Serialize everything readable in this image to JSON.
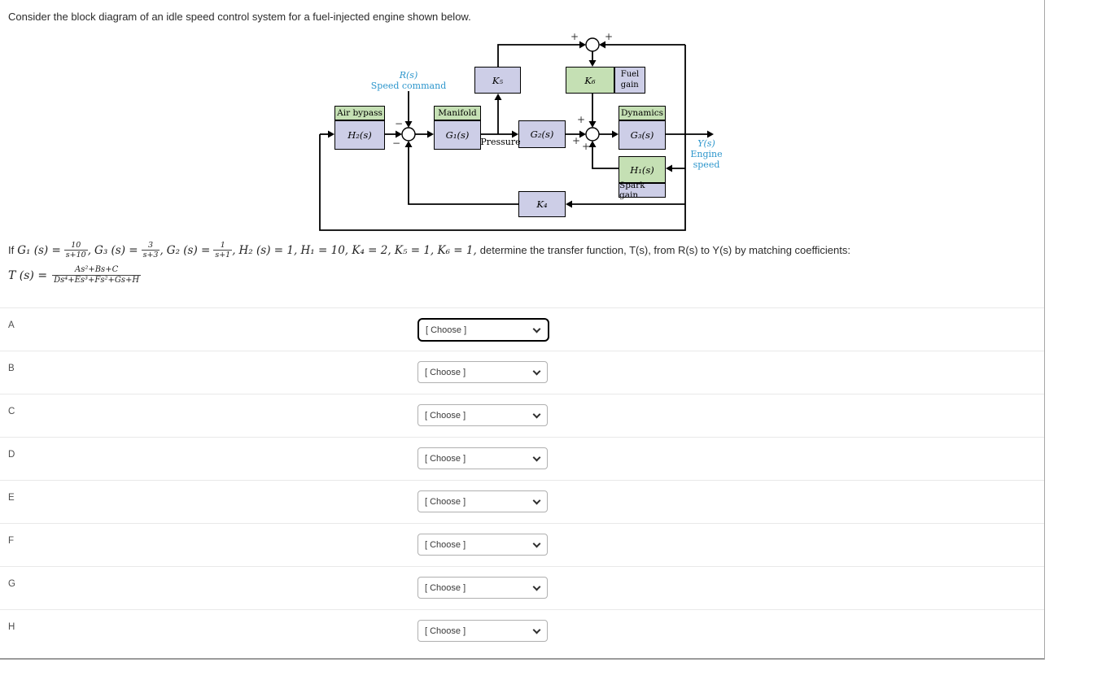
{
  "page": {
    "title": "Consider the block diagram of an idle speed control system for a fuel-injected engine shown below."
  },
  "diagram": {
    "labels": {
      "air_bypass": "Air bypass",
      "manifold": "Manifold",
      "dynamics": "Dynamics",
      "fuel_gain_line1": "Fuel",
      "fuel_gain_line2": "gain",
      "spark_gain": "Spark gain",
      "pressure": "Pressure"
    },
    "blocks": {
      "h2": "H₂(s)",
      "g1": "G₁(s)",
      "g2": "G₂(s)",
      "g3": "G₃(s)",
      "h1": "H₁(s)",
      "k4": "K₄",
      "k5": "K₅",
      "k6": "K₆"
    },
    "io": {
      "r": "R(s)",
      "r_caption": "Speed command",
      "y": "Y(s)",
      "y_caption_1": "Engine",
      "y_caption_2": "speed"
    },
    "signs": {
      "left_sum_left": "−",
      "left_sum_bottom": "−",
      "top_sum_left": "+",
      "top_sum_right": "+",
      "mid_sum_top": "+",
      "mid_sum_left": "+",
      "mid_sum_bottom": "+"
    },
    "colors": {
      "green": "#c5e0b4",
      "lavender": "#cdcee7",
      "blue_text": "#2d96cc"
    }
  },
  "question": {
    "prefix": "If",
    "g1_lhs": "G₁ (s) =",
    "g1_num": "10",
    "g1_den": "s+10",
    "sep1": ",",
    "g3_lhs": "G₃ (s) =",
    "g3_num": "3",
    "g3_den": "s+3",
    "sep2": ",",
    "g2_lhs": "G₂ (s) =",
    "g2_num": "1",
    "g2_den": "s+1",
    "sep3": ",",
    "constants": "H₂ (s) = 1, H₁ = 10, K₄ = 2, K₅ = 1, K₆ = 1,",
    "suffix": "determine the transfer function, T(s), from R(s) to Y(s) by matching coefficients:"
  },
  "formula": {
    "lhs": "T (s) =",
    "num": "As²+Bs+C",
    "den": "Ds⁴+Es³+Fs²+Gs+H"
  },
  "rows": [
    {
      "label": "A",
      "value": "[ Choose ]"
    },
    {
      "label": "B",
      "value": "[ Choose ]"
    },
    {
      "label": "C",
      "value": "[ Choose ]"
    },
    {
      "label": "D",
      "value": "[ Choose ]"
    },
    {
      "label": "E",
      "value": "[ Choose ]"
    },
    {
      "label": "F",
      "value": "[ Choose ]"
    },
    {
      "label": "G",
      "value": "[ Choose ]"
    },
    {
      "label": "H",
      "value": "[ Choose ]"
    }
  ]
}
